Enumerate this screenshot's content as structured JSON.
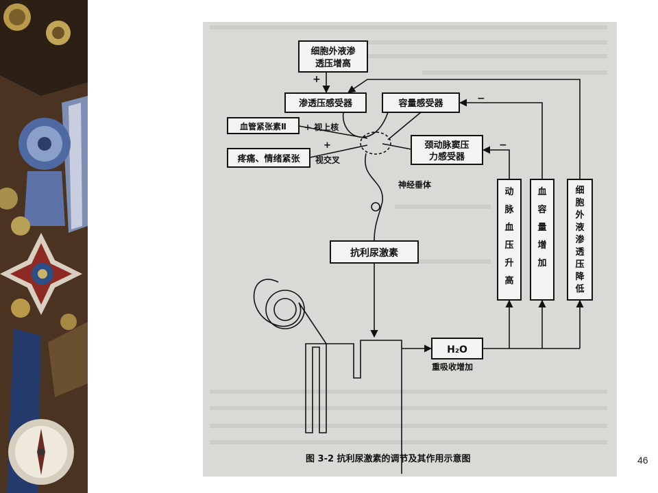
{
  "slide": {
    "page_number": "46"
  },
  "diagram": {
    "boxes": {
      "ecf_osm_up": [
        "细胞外液渗",
        "透压增高"
      ],
      "osmoreceptor": "渗透压感受器",
      "volume_receptor": "容量感受器",
      "angiotensin": "血管紧张素Ⅱ",
      "pain_emotion": "疼痛、情绪紧张",
      "baroreceptor": [
        "颈动脉窦压",
        "力感受器"
      ],
      "adh": "抗利尿激素",
      "bp_up": "动脉血压升高",
      "bv_up": "血容量增加",
      "ecf_osm_down": "细胞外液渗透压降低",
      "water": "H₂O"
    },
    "labels": {
      "plus_top": "+",
      "supraoptic": "+ 视上核",
      "chiasm_plus": "+",
      "optic_chiasm": "视交叉",
      "minus_volume": "−",
      "minus_baro": "−",
      "pituitary": "神经垂体",
      "reabsorption": "重吸收增加"
    },
    "caption": "图 3-2    抗利尿激素的调节及其作用示意图"
  },
  "colors": {
    "scan_bg": "#d9d9d6",
    "ink": "#111111",
    "box_fill": "#f3f3f1"
  }
}
